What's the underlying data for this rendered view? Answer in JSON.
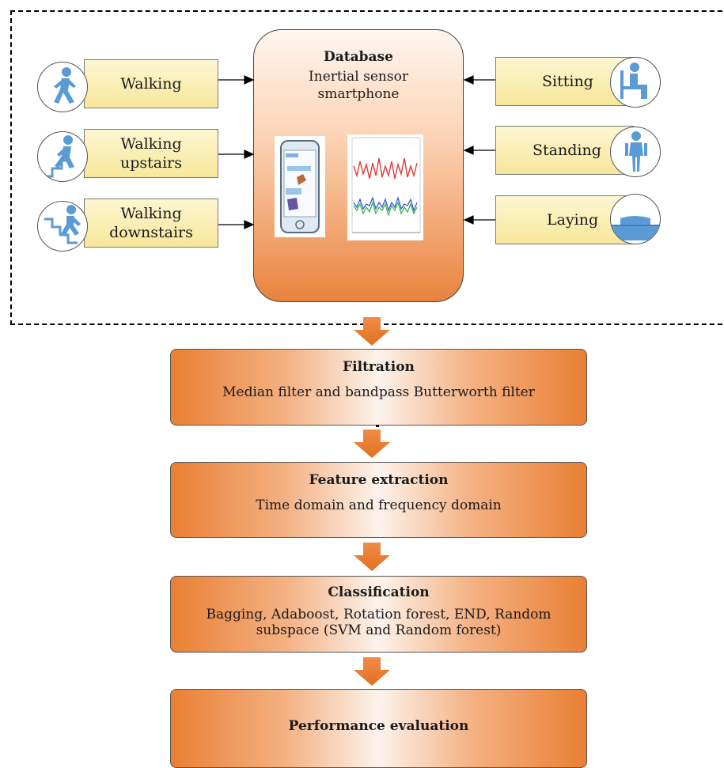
{
  "database": {
    "title": "Database",
    "subtitle_line1": "Inertial sensor",
    "subtitle_line2": "smartphone"
  },
  "activities_left": [
    {
      "line1": "Walking",
      "line2": "",
      "icon": "walking-person-icon"
    },
    {
      "line1": "Walking",
      "line2": "upstairs",
      "icon": "walking-upstairs-icon"
    },
    {
      "line1": "Walking",
      "line2": "downstairs",
      "icon": "walking-downstairs-icon"
    }
  ],
  "activities_right": [
    {
      "label": "Sitting",
      "icon": "sitting-person-icon"
    },
    {
      "label": "Standing",
      "icon": "standing-person-icon"
    },
    {
      "label": "Laying",
      "icon": "laying-person-icon"
    }
  ],
  "stages": [
    {
      "title": "Filtration",
      "body": "Median filter and  bandpass Butterworth filter",
      "body2": ""
    },
    {
      "title": "Feature extraction",
      "body": "Time domain and frequency domain",
      "body2": ""
    },
    {
      "title": "Classification",
      "body": "Bagging, Adaboost, Rotation forest, END, Random",
      "body2": "subspace (SVM and Random forest)"
    },
    {
      "title": "Performance evaluation",
      "body": "",
      "body2": ""
    }
  ],
  "colors": {
    "figure_blue": "#5b9bd5",
    "arrow_orange": "#e8833d",
    "activity_fill": "#f8e79a"
  }
}
